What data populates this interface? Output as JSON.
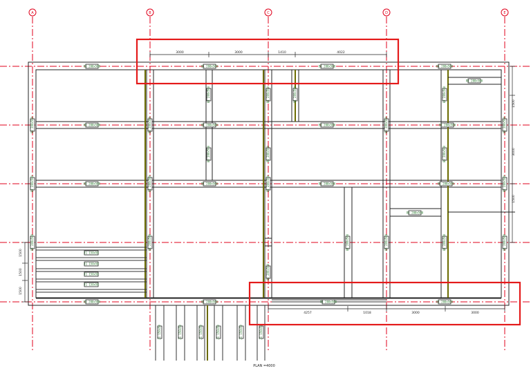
{
  "plan": {
    "caption": "PLAN =4000",
    "grid_labels": [
      "A",
      "B",
      "C",
      "D",
      "E"
    ],
    "top_dimensions": [
      "3000",
      "3000",
      "1410",
      "4022"
    ],
    "bottom_dimensions": [
      "4257",
      "1018",
      "3000",
      "3000"
    ],
    "right_dimensions": [
      "1500",
      "3000",
      "1500"
    ],
    "left_dimensions": [
      "1500",
      "1500",
      "1500"
    ],
    "beam_tag": "B1 200x500",
    "joist_tag": "J1 150x50",
    "colors": {
      "grid": "#e0001b",
      "member": "#222222",
      "column_line": "#6b6b00",
      "tag_text": "#2e7d32",
      "highlight": "#e41a1a"
    }
  }
}
